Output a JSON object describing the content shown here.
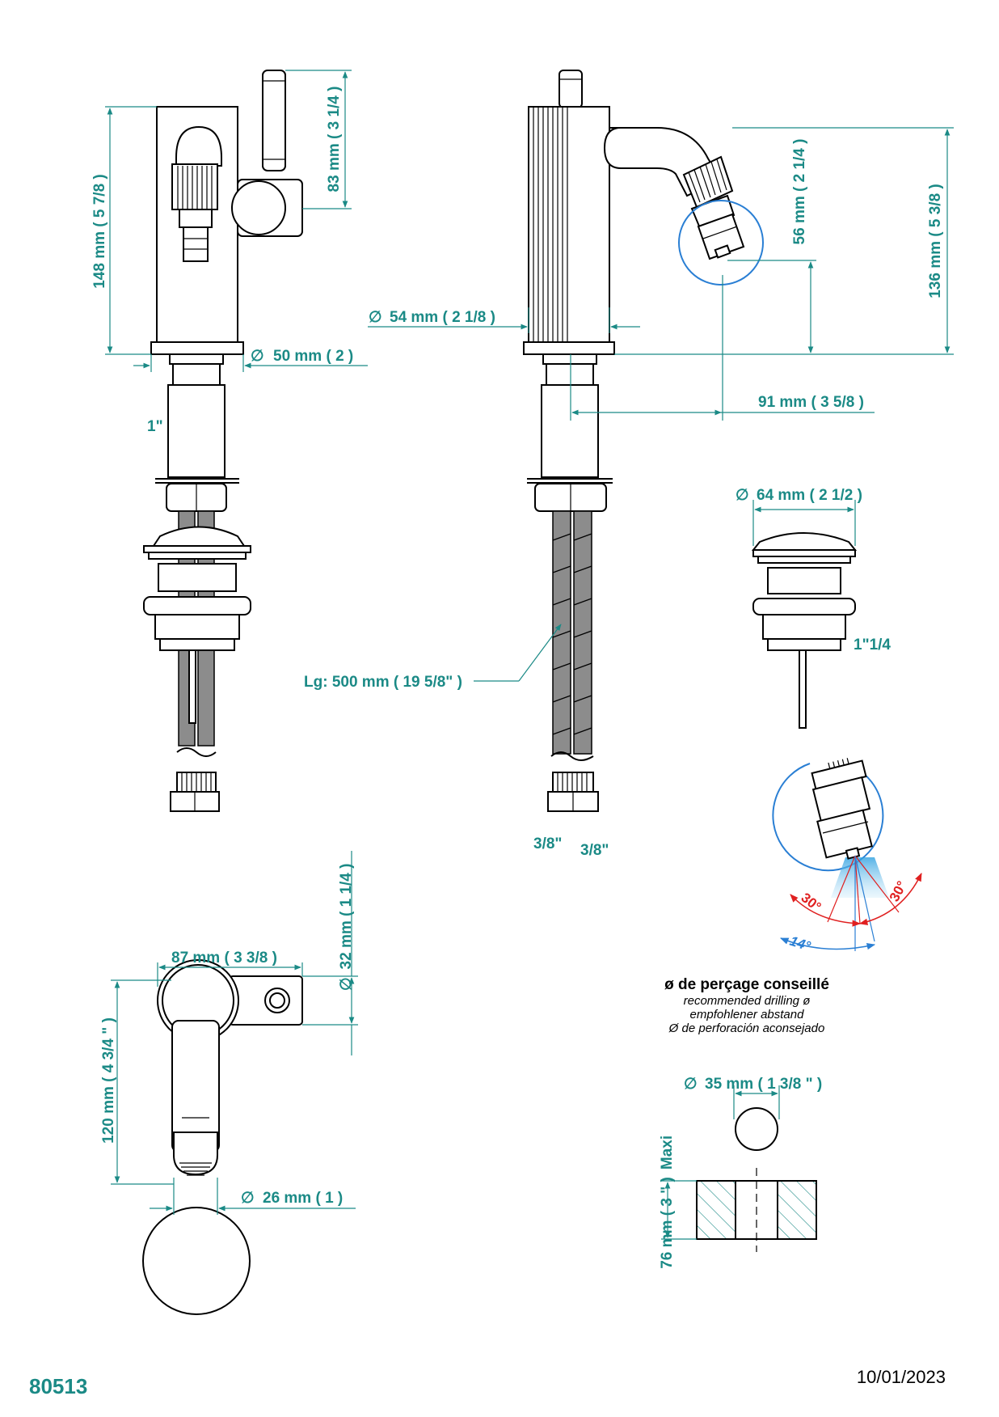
{
  "colors": {
    "dimension": "#1b8a86",
    "angle_red": "#e02020",
    "angle_blue": "#2a7fd4",
    "ref_number": "#1b8a86"
  },
  "ref_number": "80513",
  "date": "10/01/2023",
  "dimensions": {
    "height_148": "148 mm ( 5 7/8 )",
    "lever_83": "83 mm ( 3 1/4 )",
    "base_50": "50 mm ( 2 )",
    "thread_1in": "1\"",
    "body_54": "54 mm ( 2 1/8 )",
    "spout_56": "56 mm ( 2 1/4 )",
    "height_136": "136 mm ( 5 3/8 )",
    "reach_91": "91 mm ( 3 5/8 )",
    "waste_64": "64 mm ( 2 1/2 )",
    "waste_thread": "1\"1/4",
    "hose_length": "Lg: 500 mm ( 19 5/8\" )",
    "hose_conn_1": "3/8\"",
    "hose_conn_2": "3/8\"",
    "width_87": "87 mm ( 3 3/8 )",
    "lever_32": "32 mm ( 1 1/4 )",
    "depth_120": "120 mm ( 4 3/4 \" )",
    "aerator_26": "26 mm ( 1 )",
    "hole_35": "35 mm ( 1 3/8 \" )",
    "deck_76": "76 mm ( 3 \" )",
    "deck_maxi": "Maxi"
  },
  "angles": {
    "left": "30°",
    "right": "30°",
    "tilt": "14°"
  },
  "drilling_note": {
    "fr": "ø de perçage conseillé",
    "en": "recommended drilling ø",
    "de": "empfohlener abstand",
    "es": "Ø de perforación aconsejado"
  },
  "diameter_symbol": "∅"
}
